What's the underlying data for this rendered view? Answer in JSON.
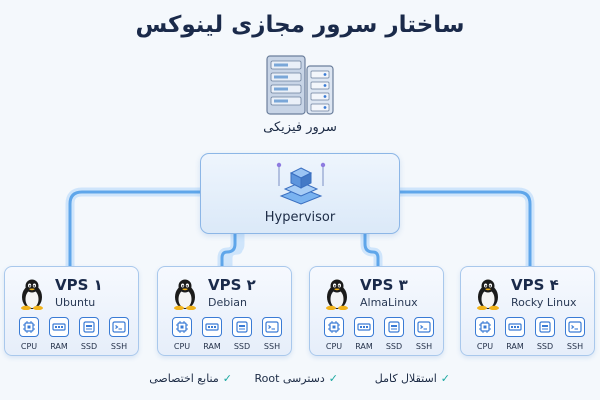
{
  "title": "ساختار سرور مجازی لینوکس",
  "physical_server": {
    "label": "سرور فیزیکی",
    "icon": "server-rack-icon"
  },
  "hypervisor": {
    "label": "Hypervisor",
    "icon": "hypervisor-stack-icon"
  },
  "vps": [
    {
      "name": "VPS ۱",
      "os": "Ubuntu",
      "icon": "tux-linux-icon"
    },
    {
      "name": "VPS ۲",
      "os": "Debian",
      "icon": "tux-linux-icon"
    },
    {
      "name": "VPS ۳",
      "os": "AlmaLinux",
      "icon": "tux-linux-icon"
    },
    {
      "name": "VPS ۴",
      "os": "Rocky Linux",
      "icon": "tux-linux-icon"
    }
  ],
  "resources": [
    {
      "label": "CPU",
      "icon": "cpu-chip-icon"
    },
    {
      "label": "RAM",
      "icon": "ram-icon"
    },
    {
      "label": "SSD",
      "icon": "ssd-icon"
    },
    {
      "label": "SSH",
      "icon": "terminal-icon"
    }
  ],
  "features": [
    {
      "label": "استقلال کامل"
    },
    {
      "label": "دسترسی Root"
    },
    {
      "label": "منابع اختصاصی"
    }
  ],
  "colors": {
    "accent": "#3a7bd5",
    "link": "#6fb1ee",
    "check": "#1aa8a0"
  }
}
